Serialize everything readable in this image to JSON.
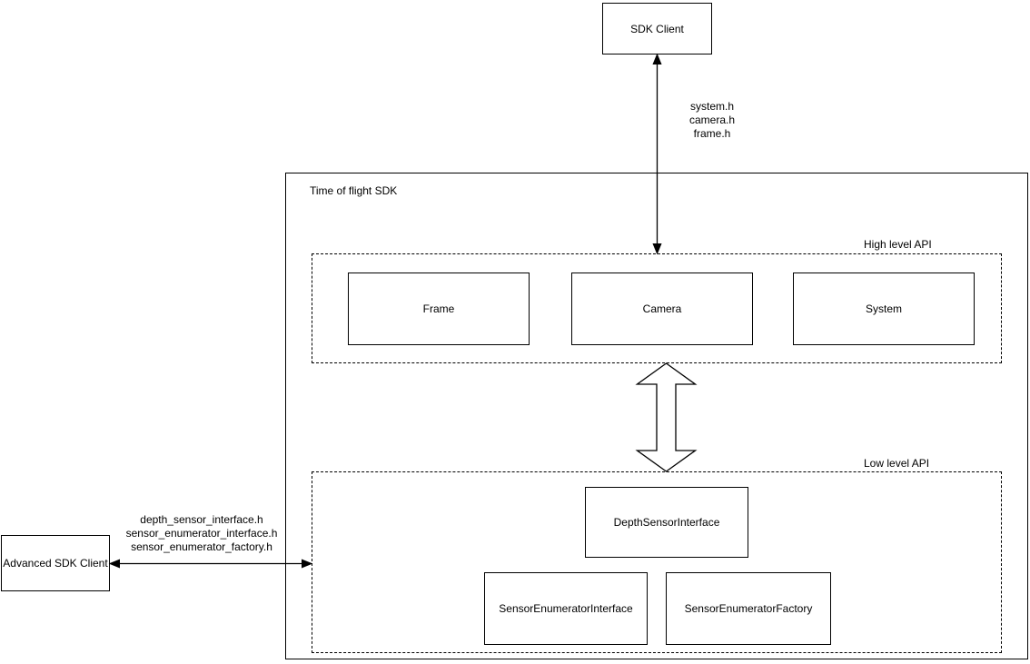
{
  "diagram": {
    "title": "Time of flight SDK",
    "nodes": {
      "sdk_client": {
        "label": "SDK Client"
      },
      "advanced_sdk_client": {
        "label": "Advanced SDK Client"
      },
      "frame": {
        "label": "Frame"
      },
      "camera": {
        "label": "Camera"
      },
      "system": {
        "label": "System"
      },
      "depth_sensor_interface": {
        "label": "DepthSensorInterface"
      },
      "sensor_enumerator_interface": {
        "label": "SensorEnumeratorInterface"
      },
      "sensor_enumerator_factory": {
        "label": "SensorEnumeratorFactory"
      }
    },
    "groups": {
      "high_level_api": {
        "label": "High level API"
      },
      "low_level_api": {
        "label": "Low level API"
      }
    },
    "edges": {
      "sdk_client_to_high_level": {
        "style": "double-headed-line-arrow",
        "labels": [
          "system.h",
          "camera.h",
          "frame.h"
        ]
      },
      "high_level_to_low_level": {
        "style": "double-headed-block-arrow",
        "labels": []
      },
      "advanced_client_to_low_level": {
        "style": "double-headed-line-arrow",
        "labels": [
          "depth_sensor_interface.h",
          "sensor_enumerator_interface.h",
          "sensor_enumerator_factory.h"
        ]
      }
    },
    "colors": {
      "stroke": "#000000",
      "fill": "#ffffff",
      "text": "#000000",
      "background": "#ffffff"
    }
  }
}
